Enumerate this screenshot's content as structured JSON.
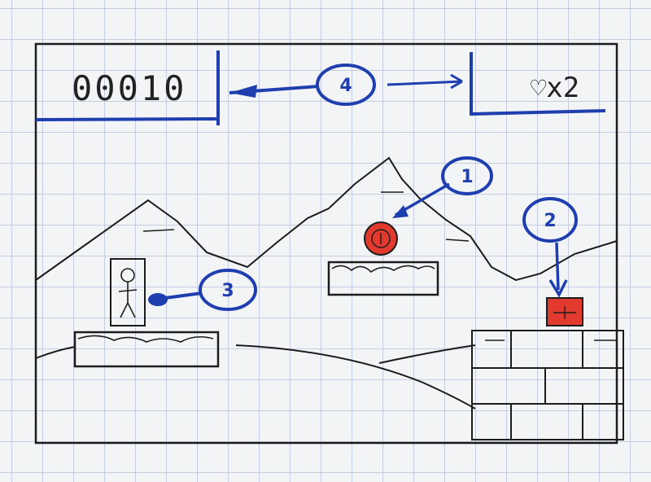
{
  "hud": {
    "score": "00010",
    "lives_icon": "heart-icon",
    "lives": "x2"
  },
  "annotations": {
    "coin": "1",
    "item_block": "2",
    "player": "3",
    "hud_span": "4"
  },
  "colors": {
    "ink": "#1c1c1c",
    "annotation_blue": "#1f3fb0",
    "item_red": "#e23a2e",
    "paper": "#f3f4f6",
    "grid": "#c5cbe0"
  }
}
